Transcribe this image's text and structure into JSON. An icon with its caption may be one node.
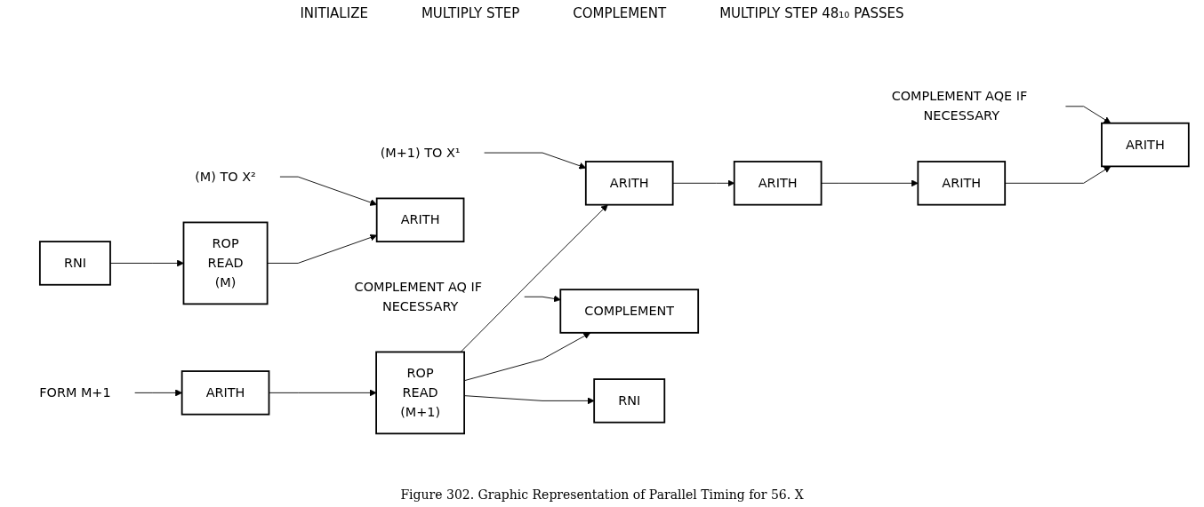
{
  "diagram": {
    "caption": "Figure 302. Graphic Representation of Parallel Timing for 56. X",
    "nodes": [
      {
        "text": [
          "RNI"
        ]
      },
      {
        "text": [
          "ROP",
          "READ",
          "(M)"
        ]
      },
      {
        "text": [
          "ROP",
          "READ",
          "(M+1)"
        ]
      },
      {
        "text": [
          "ARITH"
        ]
      },
      {
        "text": [
          "ARITH"
        ]
      },
      {
        "text": [
          "FORM M+1"
        ]
      },
      {
        "text": [
          "(M) TO X²"
        ]
      },
      {
        "text": [
          "ARITH"
        ]
      },
      {
        "text": [
          "(M+1) TO X¹"
        ]
      },
      {
        "text": [
          "COMPLEMENT"
        ]
      },
      {
        "text": [
          "COMPLEMENT AQ IF NECESSARY"
        ]
      },
      {
        "text": [
          "RNI"
        ]
      },
      {
        "text": [
          "ARITH"
        ]
      },
      {
        "text": [
          "ARITH"
        ]
      },
      {
        "text": [
          "ARITH"
        ]
      },
      {
        "text": [
          "COMPLEMENT AQE IF NECESSARY"
        ]
      }
    ],
    "edges": [
      {
        "from": 0,
        "to": 1,
        "arrow": "to"
      },
      {
        "from": 1,
        "to": 4,
        "arrow": "to"
      },
      {
        "from": 3,
        "to": 2,
        "arrow": "to"
      },
      {
        "from": 5,
        "to": 3,
        "arrow": "to"
      },
      {
        "from": 6,
        "to": 4,
        "arrow": "to"
      },
      {
        "from": 2,
        "to": 7,
        "arrow": "to"
      },
      {
        "from": 2,
        "to": 9,
        "arrow": "to"
      },
      {
        "from": 2,
        "to": 11,
        "arrow": "to"
      },
      {
        "from": 8,
        "to": 7,
        "arrow": "to"
      },
      {
        "from": 10,
        "to": 9,
        "arrow": "to"
      },
      {
        "from": 7,
        "to": 12,
        "arrow": "to"
      },
      {
        "from": 12,
        "to": 13,
        "arrow": "to"
      },
      {
        "from": 13,
        "to": 14,
        "arrow": "to"
      },
      {
        "from": 15,
        "to": 14,
        "arrow": "to"
      }
    ],
    "labels": [
      "INITIALIZE",
      "MULTIPLY STEP",
      "COMPLEMENT",
      "MULTIPLY STEP 48₁₀ PASSES"
    ]
  }
}
